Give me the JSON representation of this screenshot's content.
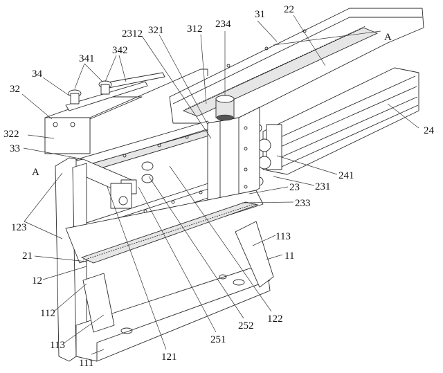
{
  "figure": {
    "labels": {
      "l22": "22",
      "l31": "31",
      "l2312": "2312",
      "l321": "321",
      "l312": "312",
      "l234": "234",
      "lA_right": "A",
      "l341": "341",
      "l342": "342",
      "l34": "34",
      "l32": "32",
      "l322": "322",
      "l33": "33",
      "lA_left": "A",
      "l24": "24",
      "l241": "241",
      "l231": "231",
      "l23": "23",
      "l233": "233",
      "l123": "123",
      "l113_right": "113",
      "l11": "11",
      "l21": "21",
      "l12": "12",
      "l112": "112",
      "l113_left": "113",
      "l111": "111",
      "l121": "121",
      "l251": "251",
      "l252": "252",
      "l122": "122"
    }
  }
}
